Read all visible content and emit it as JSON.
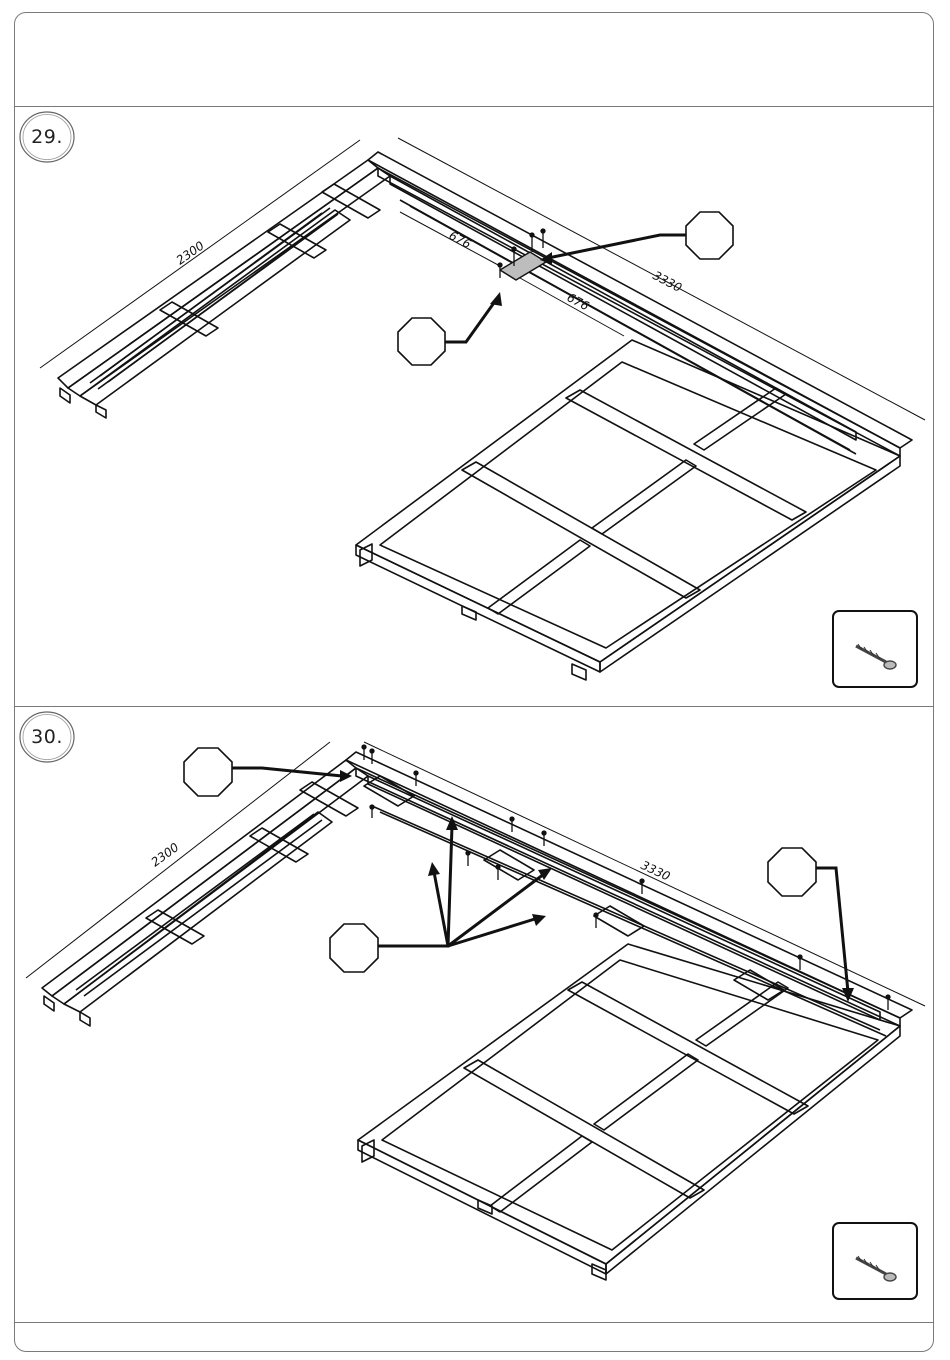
{
  "steps": [
    {
      "number": "29.",
      "dimensions": {
        "left_length": "2300",
        "right_length": "3330",
        "spacing_a": "676",
        "spacing_b": "676"
      },
      "tool_icon": "screw-icon",
      "callouts": [
        "octagon-callout",
        "octagon-callout"
      ]
    },
    {
      "number": "30.",
      "dimensions": {
        "left_length": "2300",
        "right_length": "3330"
      },
      "tool_icon": "screw-icon",
      "callouts": [
        "octagon-callout",
        "octagon-callout",
        "octagon-callout"
      ]
    }
  ],
  "colors": {
    "line": "#111111",
    "frame": "#7a7a7a",
    "highlight": "#bdbdbd"
  }
}
